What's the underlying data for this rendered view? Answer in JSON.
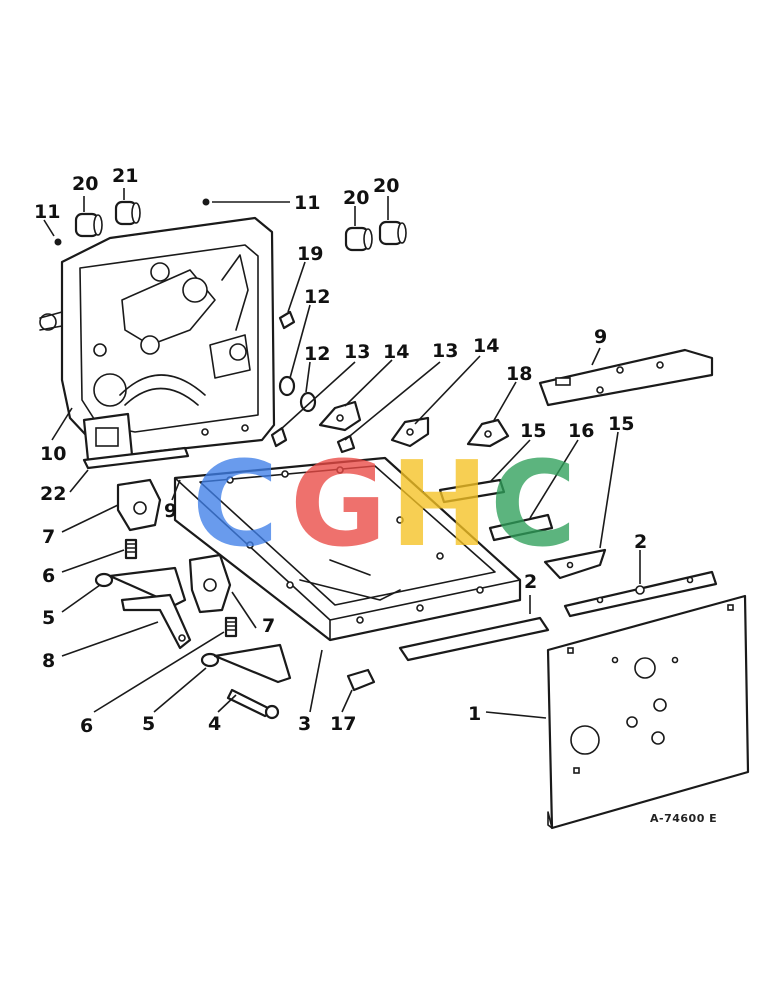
{
  "callouts": [
    {
      "label": "20"
    },
    {
      "label": "21"
    },
    {
      "label": "11"
    },
    {
      "label": "11"
    },
    {
      "label": "20"
    },
    {
      "label": "20"
    },
    {
      "label": "19"
    },
    {
      "label": "12"
    },
    {
      "label": "12"
    },
    {
      "label": "13"
    },
    {
      "label": "14"
    },
    {
      "label": "13"
    },
    {
      "label": "14"
    },
    {
      "label": "18"
    },
    {
      "label": "9"
    },
    {
      "label": "10"
    },
    {
      "label": "22"
    },
    {
      "label": "9"
    },
    {
      "label": "15"
    },
    {
      "label": "16"
    },
    {
      "label": "15"
    },
    {
      "label": "7"
    },
    {
      "label": "6"
    },
    {
      "label": "5"
    },
    {
      "label": "8"
    },
    {
      "label": "7"
    },
    {
      "label": "2"
    },
    {
      "label": "2"
    },
    {
      "label": "6"
    },
    {
      "label": "5"
    },
    {
      "label": "4"
    },
    {
      "label": "3"
    },
    {
      "label": "17"
    },
    {
      "label": "1"
    }
  ],
  "reference_code": "A-74600 E",
  "watermark": {
    "text": "CGHC",
    "colors": [
      "#3f7fe8",
      "#ea4a45",
      "#f5c223",
      "#2fa05a"
    ]
  }
}
